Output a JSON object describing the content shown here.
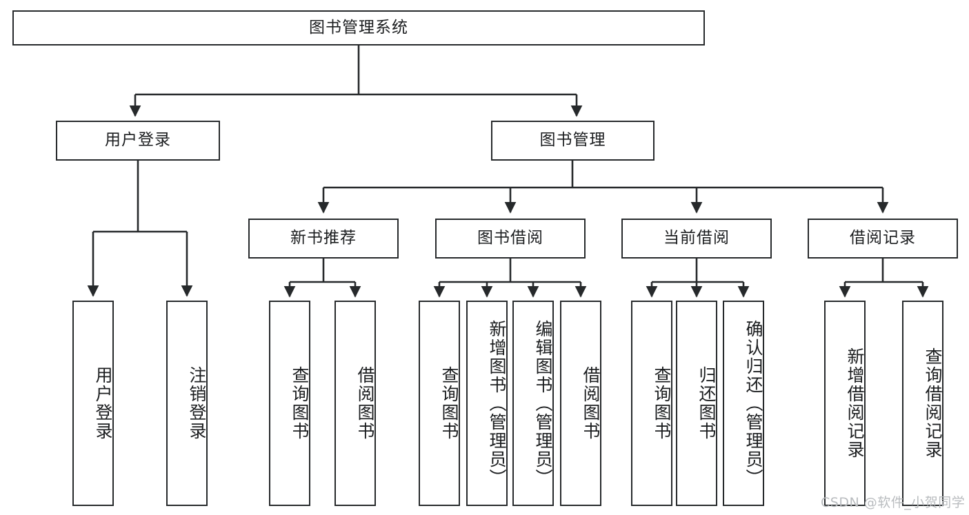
{
  "diagram": {
    "type": "tree-hierarchy",
    "title": "图书管理系统",
    "root": {
      "id": "root",
      "label": "图书管理系统"
    },
    "level2": [
      {
        "id": "user-login",
        "label": "用户登录"
      },
      {
        "id": "book-manage",
        "label": "图书管理"
      }
    ],
    "level3": [
      {
        "id": "new-book-rec",
        "label": "新书推荐",
        "parent": "book-manage"
      },
      {
        "id": "book-borrow",
        "label": "图书借阅",
        "parent": "book-manage"
      },
      {
        "id": "current-borrow",
        "label": "当前借阅",
        "parent": "book-manage"
      },
      {
        "id": "borrow-record",
        "label": "借阅记录",
        "parent": "book-manage"
      }
    ],
    "leaves": {
      "user-login": [
        {
          "id": "leaf-user-login",
          "label": "用户登录"
        },
        {
          "id": "leaf-user-logout",
          "label": "注销登录"
        }
      ],
      "new-book-rec": [
        {
          "id": "leaf-query-book-1",
          "label": "查询图书"
        },
        {
          "id": "leaf-borrow-book-1",
          "label": "借阅图书"
        }
      ],
      "book-borrow": [
        {
          "id": "leaf-query-book-2",
          "label": "查询图书"
        },
        {
          "id": "leaf-add-book",
          "label": "新增图书（管理员）"
        },
        {
          "id": "leaf-edit-book",
          "label": "编辑图书（管理员）"
        },
        {
          "id": "leaf-borrow-book-2",
          "label": "借阅图书"
        }
      ],
      "current-borrow": [
        {
          "id": "leaf-query-book-3",
          "label": "查询图书"
        },
        {
          "id": "leaf-return-book",
          "label": "归还图书"
        },
        {
          "id": "leaf-confirm-return",
          "label": "确认归还（管理员）"
        }
      ],
      "borrow-record": [
        {
          "id": "leaf-add-record",
          "label": "新增借阅记录"
        },
        {
          "id": "leaf-query-record",
          "label": "查询借阅记录"
        }
      ]
    },
    "colors": {
      "stroke": "#26292b",
      "fill": "#ffffff",
      "text": "#1b1d1f",
      "watermark": "#b9bcbf"
    }
  },
  "watermark": {
    "text": "CSDN @软件_小贺同学"
  }
}
